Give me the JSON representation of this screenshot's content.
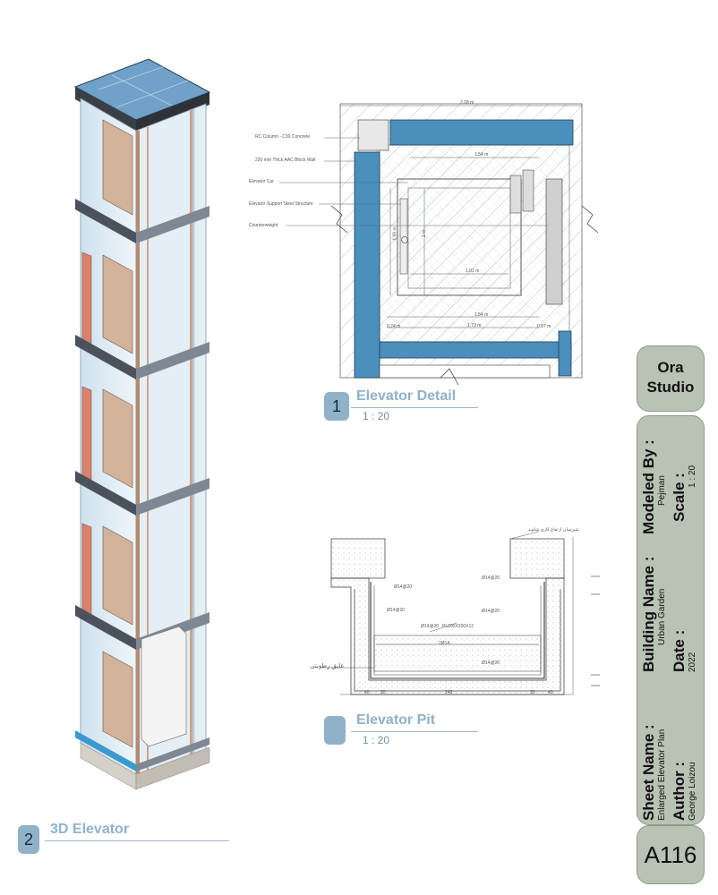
{
  "views": {
    "detail": {
      "number": "1",
      "title": "Elevator Detail",
      "scale": "1 : 20"
    },
    "pit": {
      "number": "",
      "title": "Elevator Pit",
      "scale": "1 : 20"
    },
    "elevator3d": {
      "number": "2",
      "title": "3D Elevator"
    }
  },
  "detail_callouts": [
    "RC Column - C30 Concrete",
    "220 mm Thick AAC Block Wall",
    "Elevator Car",
    "Elevator Support Steel Structure",
    "Counterweight"
  ],
  "detail_dims": {
    "top": "2.08 m",
    "car_width": "1.54 m",
    "door": "1.01 m",
    "bottom1": "1.54 m",
    "bottom2": "1.73 m",
    "left": "0.24 m",
    "right": "0.87 m",
    "side1": "1.59 m",
    "side2": "1 m"
  },
  "pit_labels": {
    "top_note": "شیرسان ارتفاع کاری شاوید",
    "rebar1": "Ø14@20",
    "rebar2": "Ø14@20",
    "rebar3": "Ø14@20",
    "rebar4": "Ø14@20",
    "rebar5": "Ø14@20",
    "rebar6": "Ø14@20",
    "plate": "PL200X200X12",
    "bar": "2Ø14",
    "left_note": "عایق رطوبتی",
    "dims_bottom": [
      "40",
      "30",
      "240",
      "30",
      "40"
    ]
  },
  "title_block": {
    "studio": "Ora\nStudio",
    "modeled_by_label": "Modeled By :",
    "modeled_by": "Pejman",
    "scale_label": "Scale :",
    "scale": "1 : 20",
    "building_label": "Building Name :",
    "building": "Urban Garden",
    "date_label": "Date :",
    "date": "2022",
    "sheet_label": "Sheet Name :",
    "sheet": "Enlarged Elevator Plan",
    "author_label": "Author :",
    "author": "George Loizou",
    "sheet_number": "A116"
  }
}
